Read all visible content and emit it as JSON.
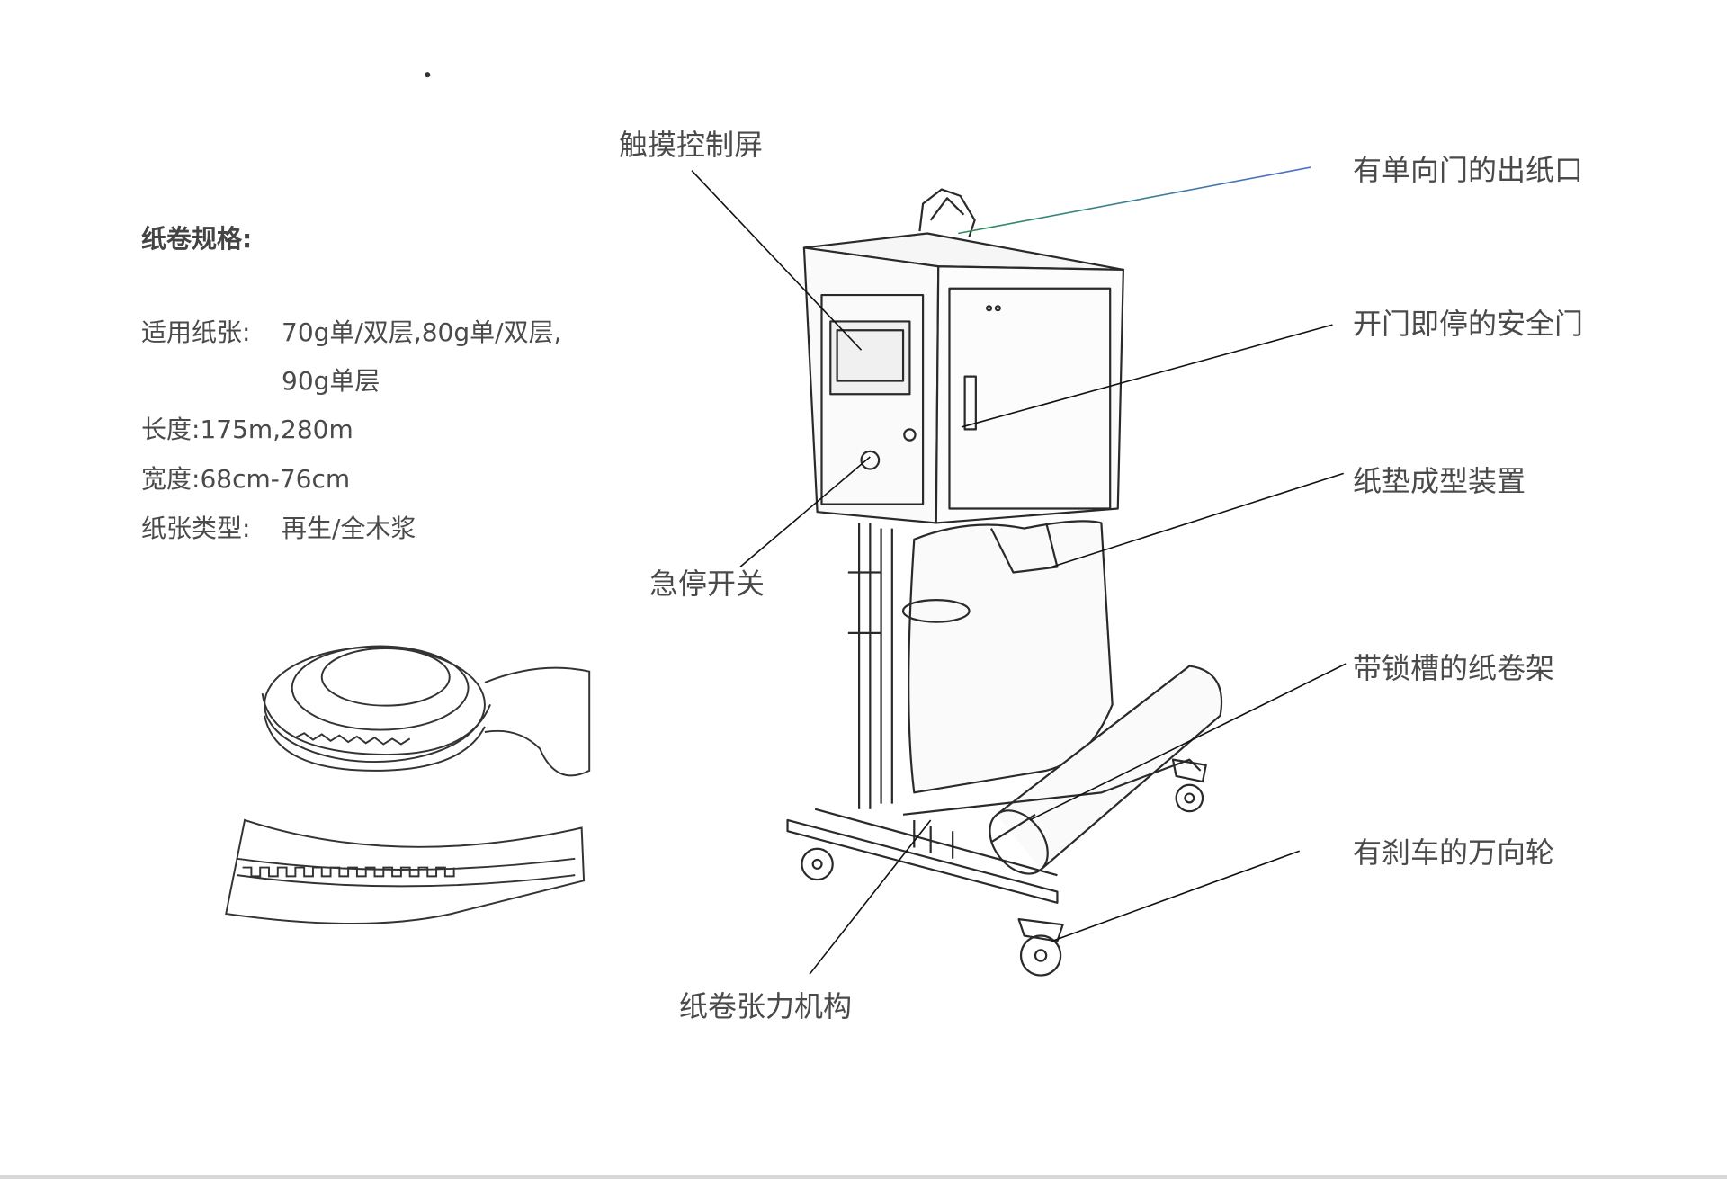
{
  "specs": {
    "title": "纸卷规格:",
    "rows": [
      {
        "key": "适用纸张:",
        "value": "70g单/双层,80g单/双层,"
      },
      {
        "key": "",
        "value": "90g单层"
      },
      {
        "key": "长度:",
        "value": "175m,280m"
      },
      {
        "key": "宽度:",
        "value": "68cm-76cm"
      },
      {
        "key": "纸张类型:",
        "value": "再生/全木浆"
      }
    ]
  },
  "callouts": {
    "touch_screen": "触摸控制屏",
    "paper_outlet": "有单向门的出纸口",
    "safety_door": "开门即停的安全门",
    "emergency_stop": "急停开关",
    "cushion_former": "纸垫成型装置",
    "roll_holder": "带锁槽的纸卷架",
    "casters": "有刹车的万向轮",
    "tension_mechanism": "纸卷张力机构"
  },
  "colors": {
    "outlet_line_start": "#2e8b57",
    "outlet_line_end": "#4a6fd0"
  }
}
